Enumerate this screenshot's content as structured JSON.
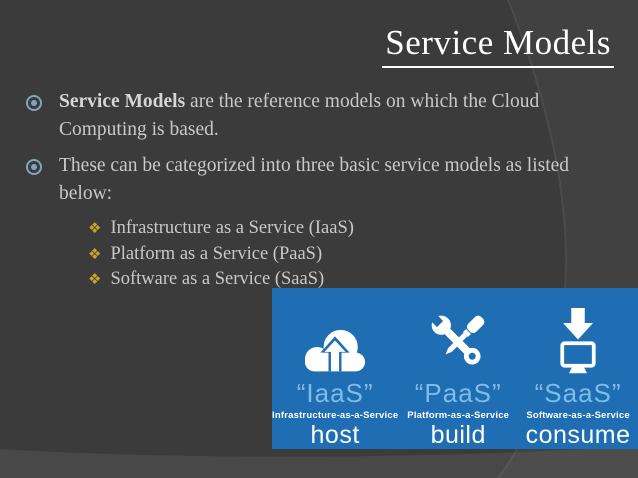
{
  "slide": {
    "title": "Service Models"
  },
  "bullets": [
    {
      "lead": "Service Models",
      "rest": " are the reference models on which the Cloud Computing is based."
    },
    {
      "lead": "",
      "rest": "These can be categorized into three basic service models as listed below:"
    }
  ],
  "sub_bullets": [
    "Infrastructure as a Service (IaaS)",
    "Platform as a Service (PaaS)",
    "Software as a Service (SaaS)"
  ],
  "icons": {
    "diamond": "❖"
  },
  "panel": {
    "columns": [
      {
        "icon": "cloud-upload-icon",
        "label": "“IaaS”",
        "caption": "Infrastructure-as-a-Service",
        "word": "host"
      },
      {
        "icon": "tools-icon",
        "label": "“PaaS”",
        "caption": "Platform-as-a-Service",
        "word": "build"
      },
      {
        "icon": "download-screen-icon",
        "label": "“SaaS”",
        "caption": "Software-as-a-Service",
        "word": "consume"
      }
    ]
  },
  "colors": {
    "background": "#3b3b3b",
    "bottom_band": "#4b4b4b",
    "panel_blue": "#1f6eb4",
    "label_blue": "#7fbce4",
    "text_gray": "#c9c9c9",
    "title_white": "#ffffff",
    "bullet_ring": "#7ea7bb",
    "diamond_gold": "#c7a42b"
  }
}
